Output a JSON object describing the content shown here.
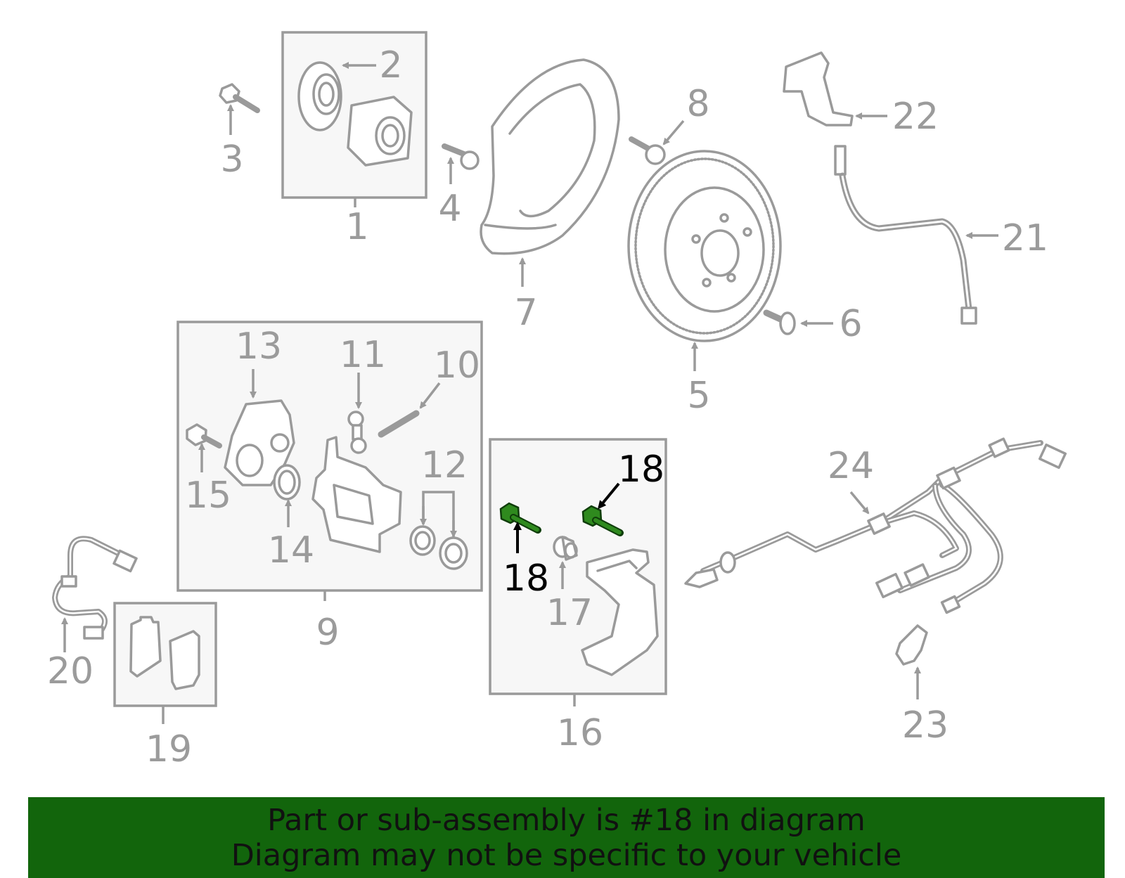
{
  "callouts": {
    "c1": "1",
    "c2": "2",
    "c3": "3",
    "c4": "4",
    "c5": "5",
    "c6": "6",
    "c7": "7",
    "c8": "8",
    "c9": "9",
    "c10": "10",
    "c11": "11",
    "c12": "12",
    "c13": "13",
    "c14": "14",
    "c15": "15",
    "c16": "16",
    "c17": "17",
    "c18a": "18",
    "c18b": "18",
    "c19": "19",
    "c20": "20",
    "c21": "21",
    "c22": "22",
    "c23": "23",
    "c24": "24"
  },
  "highlight_color": "#2f8a1e",
  "banner": {
    "line1": "Part or sub-assembly is #18 in diagram",
    "line2": "Diagram may not be specific to your vehicle",
    "background": "#12650c"
  }
}
